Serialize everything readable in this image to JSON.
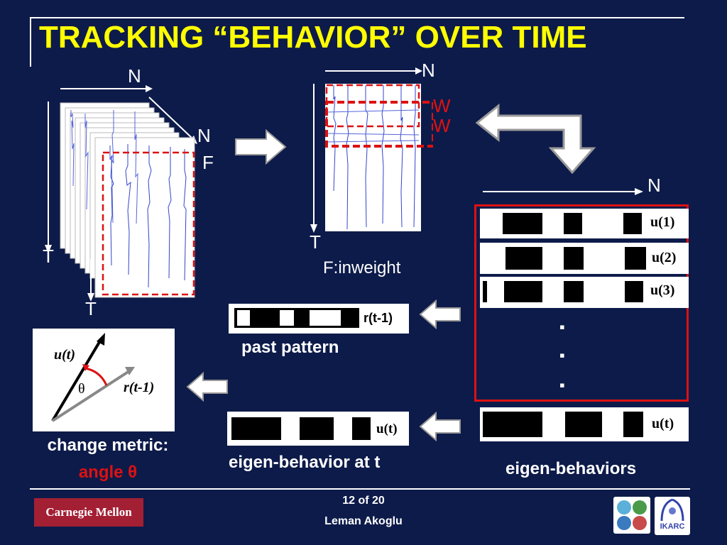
{
  "slide": {
    "title": "TRACKING “BEHAVIOR” OVER TIME",
    "colors": {
      "background": "#0d1b4a",
      "title": "#ffff00",
      "highlight": "#dd1111",
      "signal": "#3344cc"
    }
  },
  "tensor": {
    "n_top": "N",
    "n_side": "N",
    "f_label": "F",
    "t_left": "T",
    "t_bottom": "T"
  },
  "matrix": {
    "n_label": "N",
    "t_label": "T",
    "w1": "W",
    "w2": "W",
    "caption": "F:inweight"
  },
  "eigen_panel": {
    "n_label": "N",
    "bars": [
      {
        "label": "u(1)",
        "pattern": [
          0,
          1,
          0,
          1,
          0,
          1
        ]
      },
      {
        "label": "u(2)",
        "pattern": [
          0,
          1,
          0,
          1,
          0,
          1
        ]
      },
      {
        "label": "u(3)",
        "pattern": [
          0,
          1,
          0,
          1,
          0,
          1
        ]
      }
    ],
    "dots": [
      "▪",
      "▪",
      "▪"
    ],
    "ut_label": "u(t)",
    "caption": "eigen-behaviors"
  },
  "past": {
    "bar_label": "r(t-1)",
    "caption": "past pattern"
  },
  "current": {
    "bar_label": "u(t)",
    "caption": "eigen-behavior at t"
  },
  "angle_diagram": {
    "u_label": "u(t)",
    "r_label": "r(t-1)",
    "theta": "θ"
  },
  "metric": {
    "line1": "change metric:",
    "line2": "angle θ"
  },
  "footer": {
    "page": "12 of 20",
    "author": "Leman Akoglu",
    "logo_left": "Carnegie Mellon",
    "logo_right": "IKARC"
  },
  "icons": [
    "arrow-right-icon",
    "arrow-left-icon",
    "u-turn-arrow-icon"
  ]
}
